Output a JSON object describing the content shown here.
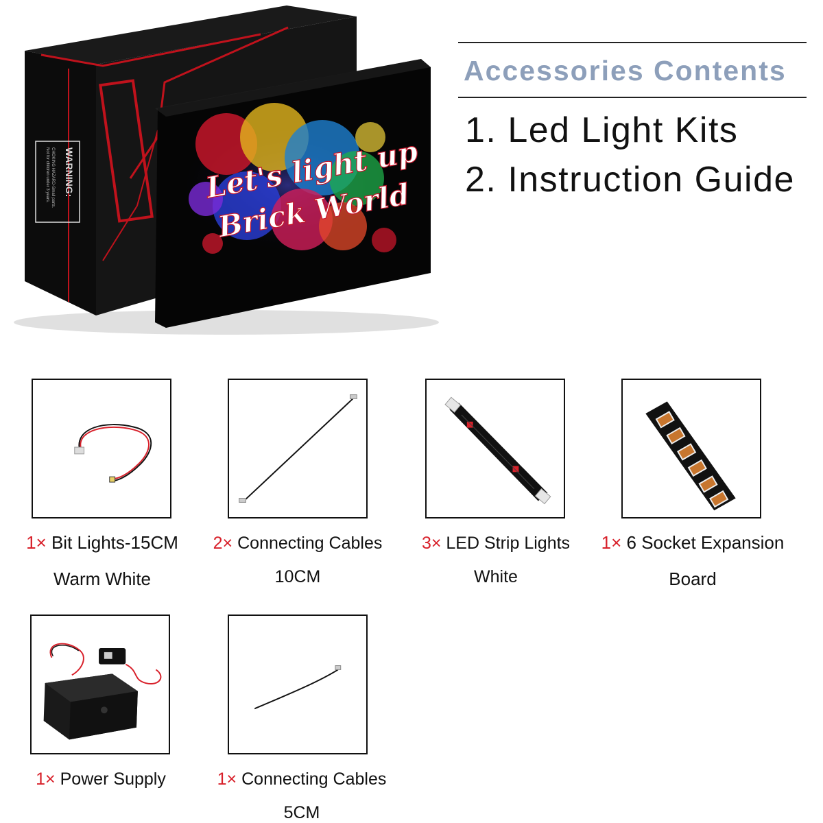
{
  "hero": {
    "box_warning_title": "WARNING:",
    "box_warning_text_1": "CHOKING HAZARD-Small parts.",
    "box_warning_text_2": "Not for children under 3 years.",
    "card_text_line1": "Let's light up",
    "card_text_line2": "Brick World"
  },
  "accessories": {
    "heading": "Accessories Contents",
    "items": [
      "1. Led Light Kits",
      "2. Instruction Guide"
    ]
  },
  "parts": [
    {
      "qty": "1×",
      "name": "Bit Lights-15CM",
      "detail": "Warm White",
      "icon": "bit-light-wire-icon"
    },
    {
      "qty": "2×",
      "name": "Connecting Cables",
      "detail": "10CM",
      "icon": "long-cable-icon"
    },
    {
      "qty": "3×",
      "name": "LED Strip Lights",
      "detail": "White",
      "icon": "led-strip-icon"
    },
    {
      "qty": "1×",
      "name": "6 Socket Expansion",
      "detail": "Board",
      "icon": "expansion-board-icon"
    },
    {
      "qty": "1×",
      "name": "Power Supply",
      "detail": "",
      "icon": "battery-box-icon"
    },
    {
      "qty": "1×",
      "name": "Connecting Cables",
      "detail": "5CM",
      "icon": "short-cable-icon"
    }
  ],
  "colors": {
    "heading": "#8d9fba",
    "quantity": "#d8202a",
    "box_black": "#0c0c0c",
    "box_red": "#c0121c"
  }
}
